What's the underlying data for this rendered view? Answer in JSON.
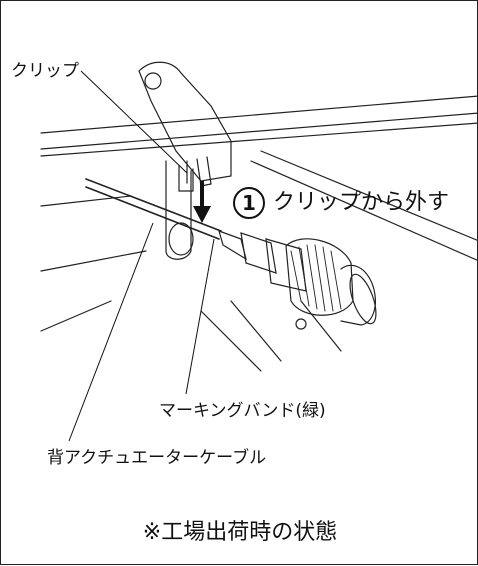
{
  "labels": {
    "clip": "クリップ",
    "step_number": "1",
    "step_text": "クリップから外す",
    "marking_band": "マーキングバンド(緑)",
    "cable": "背アクチュエーターケーブル",
    "factory_note": "※工場出荷時の状態"
  }
}
